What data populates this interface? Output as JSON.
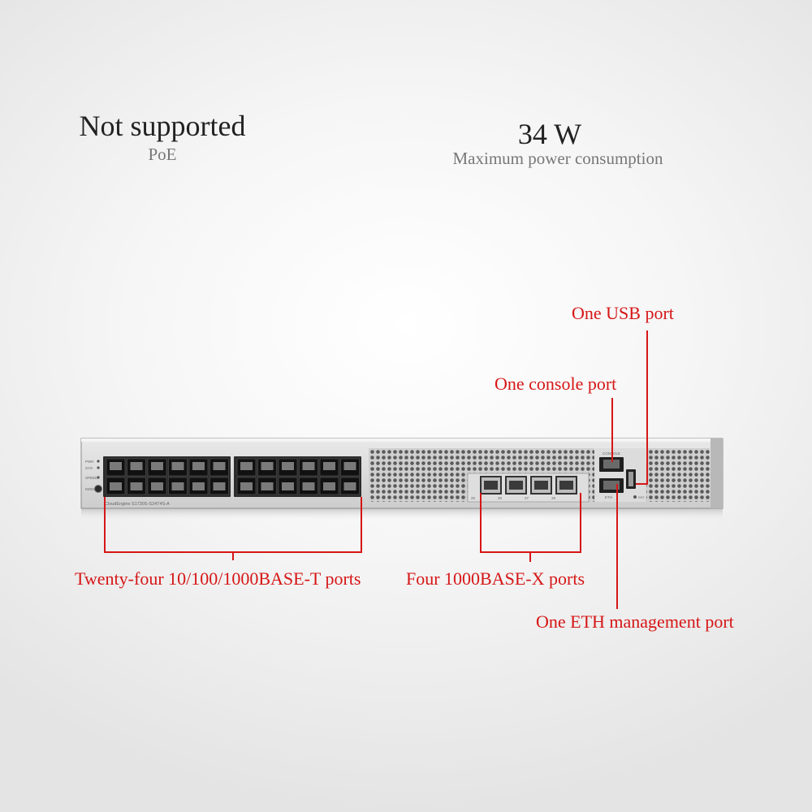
{
  "specs": {
    "poe": {
      "value": "Not supported",
      "label": "PoE"
    },
    "power": {
      "value": "34 W",
      "label": "Maximum power consumption"
    }
  },
  "device": {
    "model_label": "CloudEngine S1730S-S24T4S-A",
    "status_leds": [
      "PWR",
      "SYS",
      "SPEED",
      "MODE"
    ],
    "console_label": "CONSOLE",
    "eth_label": "ETH",
    "rst_label": "RST",
    "sfp_labels": [
      "25",
      "26",
      "27",
      "28"
    ]
  },
  "callouts": {
    "usb": "One USB port",
    "console": "One console port",
    "rj45": "Twenty-four 10/100/1000BASE-T ports",
    "sfp": "Four 1000BASE-X ports",
    "eth": "One ETH management port"
  },
  "colors": {
    "callout": "#d61616",
    "chassis": "#d9d9d9",
    "port": "#1a1a1a"
  }
}
